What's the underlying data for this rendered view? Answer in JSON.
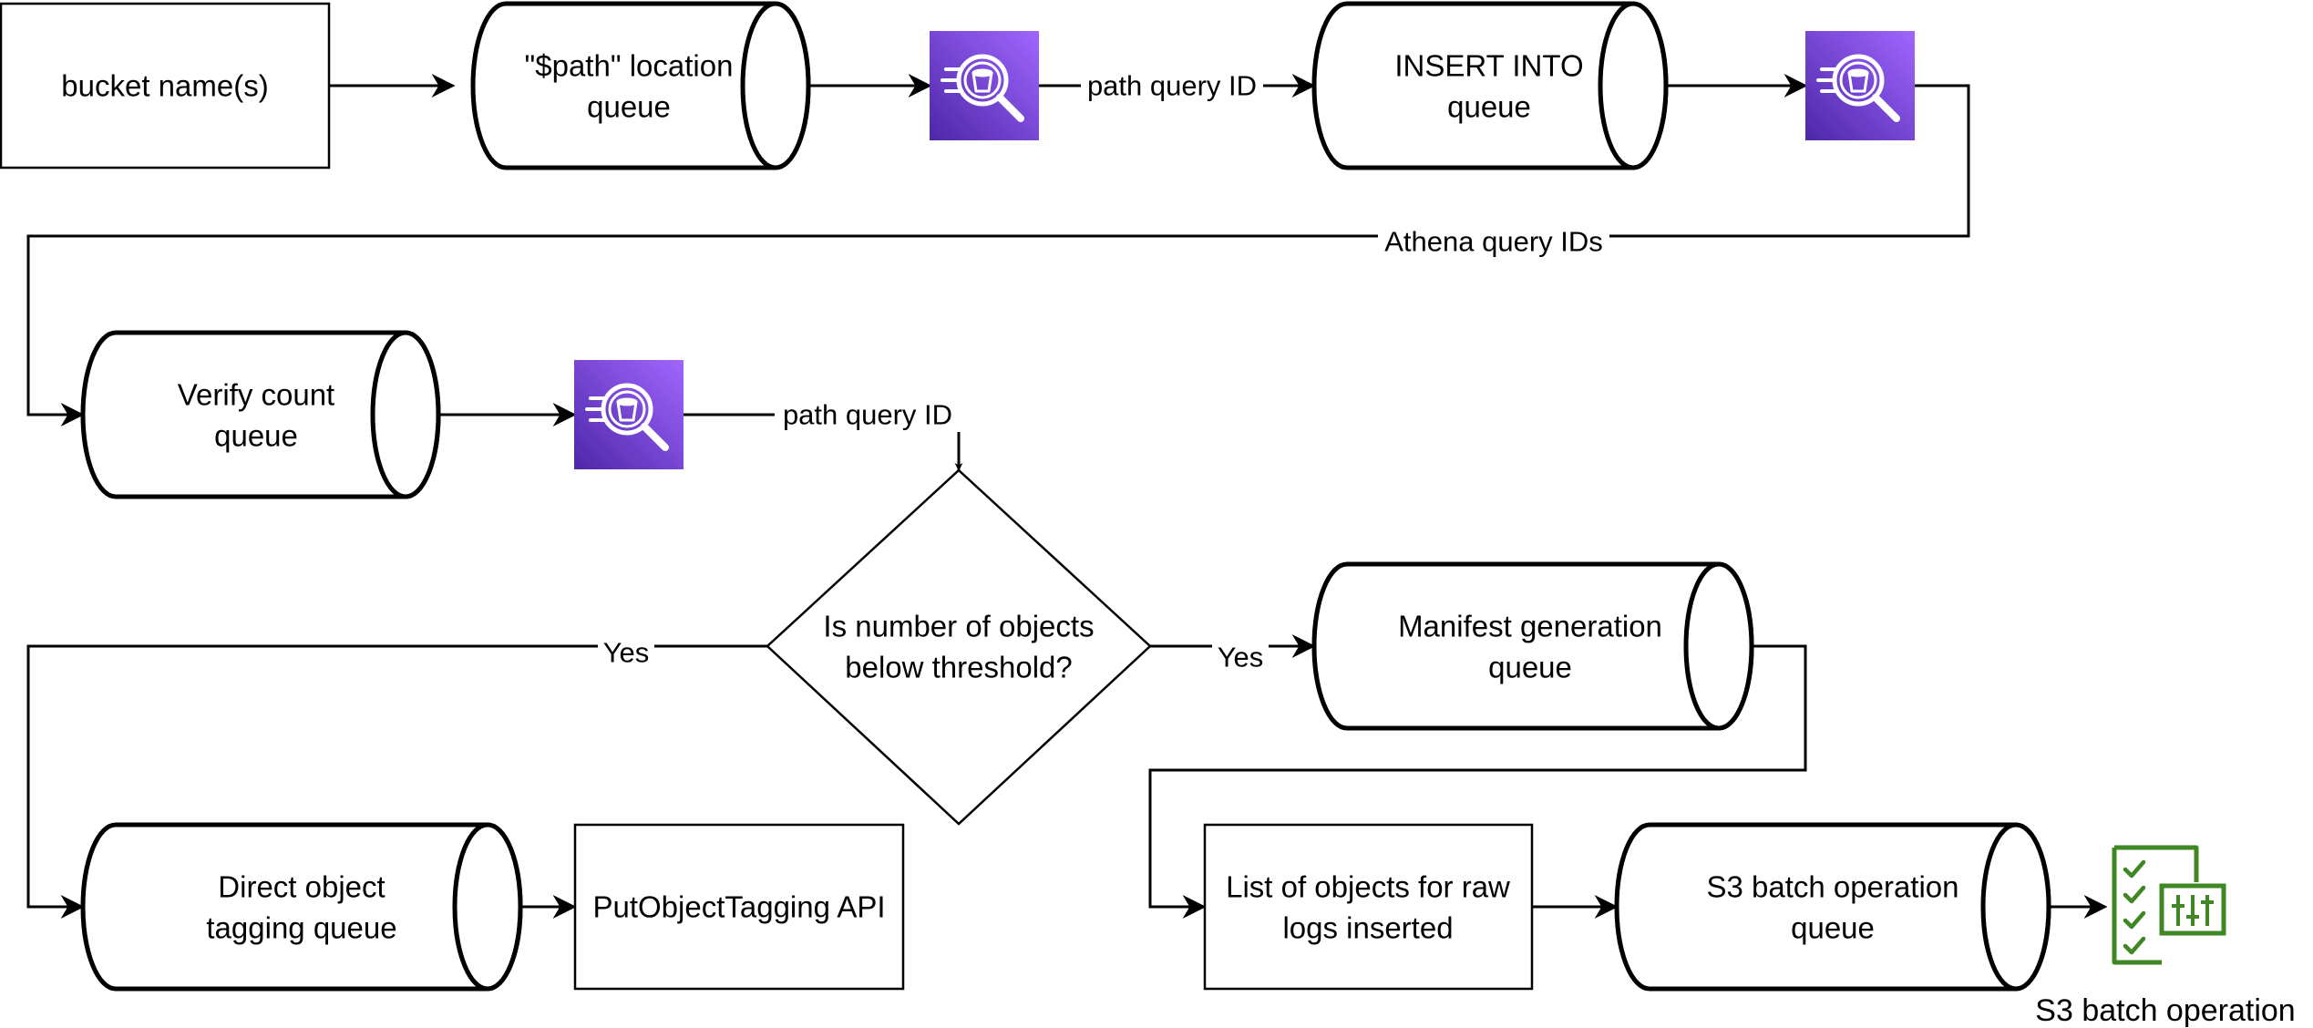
{
  "nodes": {
    "bucket_names": {
      "label": "bucket name(s)"
    },
    "path_queue": {
      "line1": "\"$path\" location",
      "line2": "queue"
    },
    "insert_queue": {
      "line1": "INSERT INTO",
      "line2": "queue"
    },
    "verify_queue": {
      "line1": "Verify count",
      "line2": "queue"
    },
    "decision": {
      "line1": "Is number of objects",
      "line2": "below threshold?"
    },
    "manifest_queue": {
      "line1": "Manifest generation",
      "line2": "queue"
    },
    "direct_tag_queue": {
      "line1": "Direct object",
      "line2": "tagging queue"
    },
    "put_tagging": {
      "label": "PutObjectTagging API"
    },
    "objects_list": {
      "line1": "List of objects for raw",
      "line2": "logs inserted"
    },
    "s3_batch_queue": {
      "line1": "S3 batch operation",
      "line2": "queue"
    },
    "s3_batch_icon": {
      "caption": "S3 batch operation",
      "icon": "s3-batch-operations-icon",
      "color": "#3f8624"
    },
    "athena_icon": {
      "icon": "athena-query-icon",
      "gradient_start": "#a166ff",
      "gradient_end": "#4d27a8"
    }
  },
  "edges": {
    "path_query_id_1": "path query ID",
    "athena_query_ids": "Athena query IDs",
    "path_query_id_2": "path query ID",
    "yes_left": "Yes",
    "yes_right": "Yes"
  }
}
